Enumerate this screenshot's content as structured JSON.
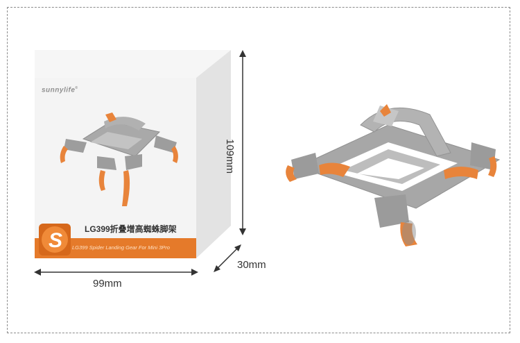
{
  "product_box": {
    "brand": "sunnylife",
    "brand_mark": "®",
    "title": "LG399折叠增高蜘蛛脚架",
    "subtitle": "LG399 Spider Landing Gear For Mini 3Pro",
    "logo_letter": "S"
  },
  "dimensions": {
    "width": "99mm",
    "height": "109mm",
    "depth": "30mm"
  },
  "colors": {
    "accent_orange": "#e57a2a",
    "gear_gray": "#a7a7a7",
    "box_face": "#f2f2f2"
  }
}
